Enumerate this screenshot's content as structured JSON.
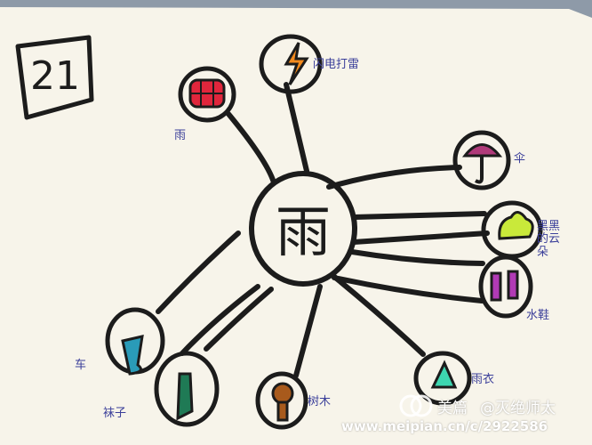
{
  "badge": {
    "number": "21"
  },
  "center": {
    "label": "雨"
  },
  "nodes": [
    {
      "label": "闪电打雷"
    },
    {
      "label": "雨"
    },
    {
      "label": "伞"
    },
    {
      "label": "黑黑的云朵"
    },
    {
      "label": "水鞋"
    },
    {
      "label": "雨衣"
    },
    {
      "label": "树木"
    },
    {
      "label": "袜子"
    },
    {
      "label": "车"
    }
  ],
  "watermark": {
    "brand": "美篇",
    "handle": "@灭绝师太",
    "url": "www.meipian.cn/c/2922586"
  },
  "colors": {
    "paper": "#f7f4ea",
    "ink": "#1c1c1c",
    "label_ink": "#3b3f9a",
    "bg": "#8e9aa8"
  }
}
